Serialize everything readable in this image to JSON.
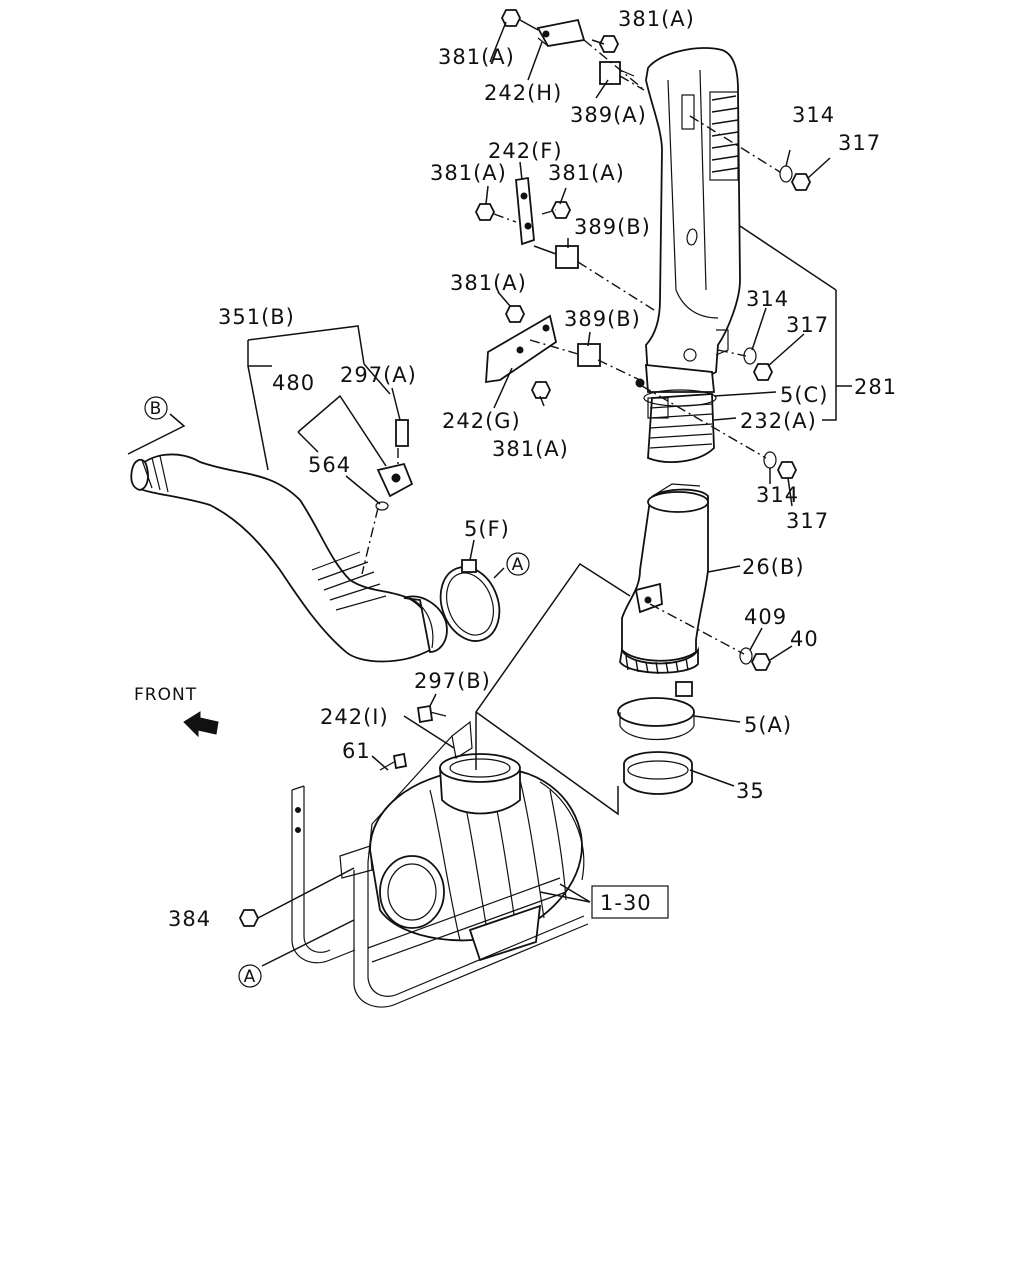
{
  "labels": {
    "l_381a_1": "381(A)",
    "l_381a_2": "381(A)",
    "l_242h": "242(H)",
    "l_389a": "389(A)",
    "l_314_1": "314",
    "l_317_1": "317",
    "l_242f": "242(F)",
    "l_381a_3": "381(A)",
    "l_381a_4": "381(A)",
    "l_389b_1": "389(B)",
    "l_381a_5": "381(A)",
    "l_389b_2": "389(B)",
    "l_314_2": "314",
    "l_317_2": "317",
    "l_351b": "351(B)",
    "l_480": "480",
    "l_297a": "297(A)",
    "l_5c": "5(C)",
    "l_281": "281",
    "l_242g": "242(G)",
    "l_232a": "232(A)",
    "l_381a_6": "381(A)",
    "l_564": "564",
    "l_314_3": "314",
    "l_317_3": "317",
    "l_5f": "5(F)",
    "l_26b": "26(B)",
    "l_409": "409",
    "l_40": "40",
    "l_front": "FRONT",
    "l_297b": "297(B)",
    "l_242i": "242(I)",
    "l_5a": "5(A)",
    "l_61": "61",
    "l_35": "35",
    "l_130": "1-30",
    "l_384": "384",
    "callout_a": "A",
    "callout_b": "B"
  }
}
